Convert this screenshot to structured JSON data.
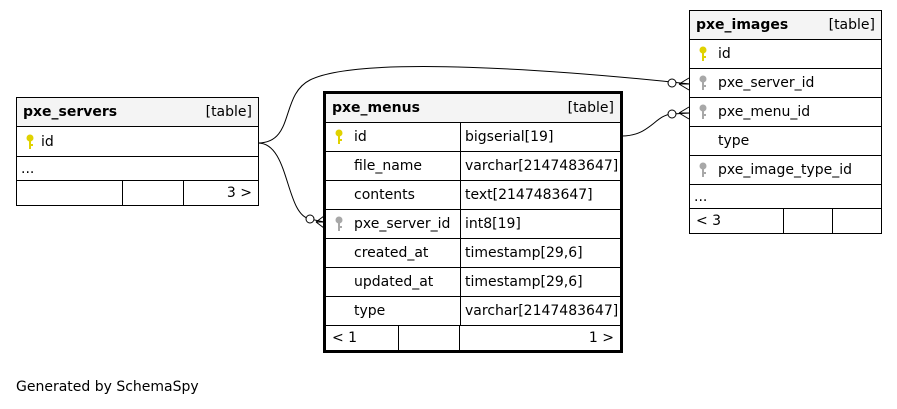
{
  "generator": "Generated by SchemaSpy",
  "tables": {
    "pxe_servers": {
      "name": "pxe_servers",
      "kind": "[table]",
      "columns": [
        {
          "name": "id",
          "key": "primary"
        }
      ],
      "more": "...",
      "footer": {
        "left": "",
        "middle": "",
        "right": "3 >"
      }
    },
    "pxe_menus": {
      "name": "pxe_menus",
      "kind": "[table]",
      "columns": [
        {
          "name": "id",
          "type": "bigserial[19]",
          "key": "primary"
        },
        {
          "name": "file_name",
          "type": "varchar[2147483647]",
          "key": ""
        },
        {
          "name": "contents",
          "type": "text[2147483647]",
          "key": ""
        },
        {
          "name": "pxe_server_id",
          "type": "int8[19]",
          "key": "foreign"
        },
        {
          "name": "created_at",
          "type": "timestamp[29,6]",
          "key": ""
        },
        {
          "name": "updated_at",
          "type": "timestamp[29,6]",
          "key": ""
        },
        {
          "name": "type",
          "type": "varchar[2147483647]",
          "key": ""
        }
      ],
      "footer": {
        "left": "< 1",
        "middle": "",
        "right": "1 >"
      }
    },
    "pxe_images": {
      "name": "pxe_images",
      "kind": "[table]",
      "columns": [
        {
          "name": "id",
          "key": "primary"
        },
        {
          "name": "pxe_server_id",
          "key": "foreign"
        },
        {
          "name": "pxe_menu_id",
          "key": "foreign"
        },
        {
          "name": "type",
          "key": ""
        },
        {
          "name": "pxe_image_type_id",
          "key": "foreign"
        }
      ],
      "more": "...",
      "footer": {
        "left": "< 3",
        "middle": "",
        "right": ""
      }
    }
  },
  "colors": {
    "primary_key": "#e0d200",
    "foreign_key": "#a8a8a8",
    "header_bg": "#f4f4f4",
    "line": "#000000"
  }
}
